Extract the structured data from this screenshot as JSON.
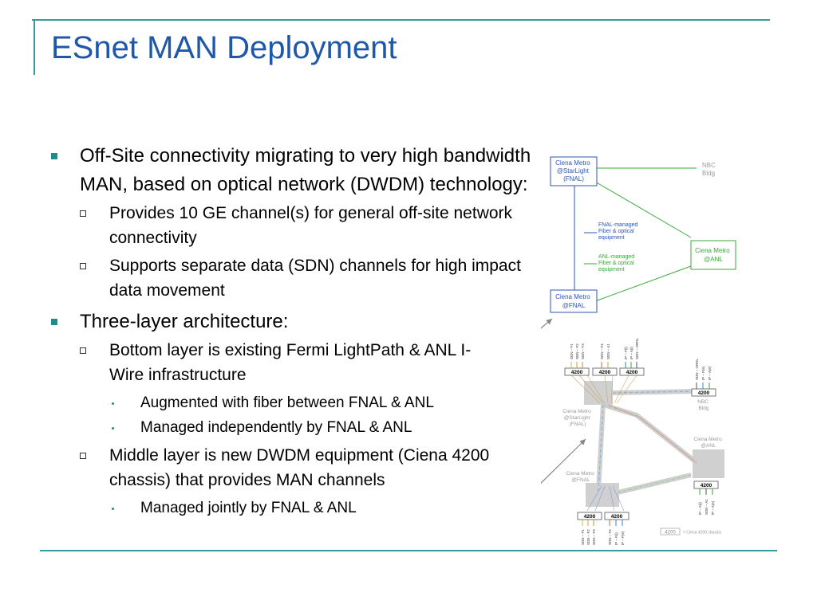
{
  "slide": {
    "title": "ESnet MAN Deployment",
    "bullets": [
      {
        "text": "Off-Site connectivity migrating to very high bandwidth MAN, based on optical network (DWDM) technology:",
        "children": [
          {
            "text": "Provides 10 GE channel(s) for general off-site network connectivity"
          },
          {
            "text": "Supports separate data (SDN) channels for high impact data movement"
          }
        ]
      },
      {
        "text": "Three-layer architecture:",
        "children": [
          {
            "text": "Bottom layer is existing Fermi LightPath & ANL I-Wire infrastructure",
            "children": [
              {
                "text": "Augmented with fiber between FNAL & ANL"
              },
              {
                "text": "Managed independently by FNAL & ANL"
              }
            ]
          },
          {
            "text": "Middle layer is new DWDM equipment (Ciena 4200 chassis) that provides MAN channels",
            "children": [
              {
                "text": "Managed jointly by FNAL & ANL"
              }
            ]
          }
        ]
      }
    ]
  },
  "diagram": {
    "top": {
      "node_starlight": [
        "Ciena Metro",
        "@StarLight",
        "(FNAL)"
      ],
      "node_fnal": [
        "Ciena Metro",
        "@FNAL"
      ],
      "node_anl": [
        "Ciena Metro",
        "@ANL"
      ],
      "nbc": [
        "NBC",
        "Bldg"
      ],
      "legend_fnal": [
        "FNAL-managed",
        "Fiber & optical",
        "equipment"
      ],
      "legend_anl": [
        "ANL-managed",
        "Fiber & optical",
        "equipment"
      ]
    },
    "bottom": {
      "chassis_label": "4200",
      "site_starlight": [
        "Ciena Metro",
        "@StarLight",
        "(FNAL)"
      ],
      "site_fnal": [
        "Ciena Metro",
        "@FNAL"
      ],
      "site_anl": [
        "Ciena Metro",
        "@ANL"
      ],
      "site_nbc": [
        "NBC",
        "Bldg"
      ],
      "legend_note": "= Ciena 4200 chassis",
      "top_channels": [
        "SDN – F1",
        "SDN – F2",
        "SDN – F3",
        "SDN – F4",
        "SDN – A1",
        "IP – F(i)",
        "IP – A(i)",
        "SDN – ORNL"
      ],
      "nbc_channels": [
        "SDN – ORNL",
        "IP – F(e)",
        "IP – A(e)"
      ],
      "anl_channels": [
        "IP – A(i)",
        "SDN – A1",
        "IP – A(e)"
      ],
      "fnal_channels": [
        "SDN – F1",
        "SDN – F2",
        "SDN – F3",
        "SDN – F4",
        "IP – F(i)",
        "IP – F(e)"
      ]
    },
    "colors": {
      "blue": "#2b55b5",
      "green": "#3aa83a",
      "gray": "#d0d0d0",
      "teal_rule": "#3a9aa0"
    }
  }
}
